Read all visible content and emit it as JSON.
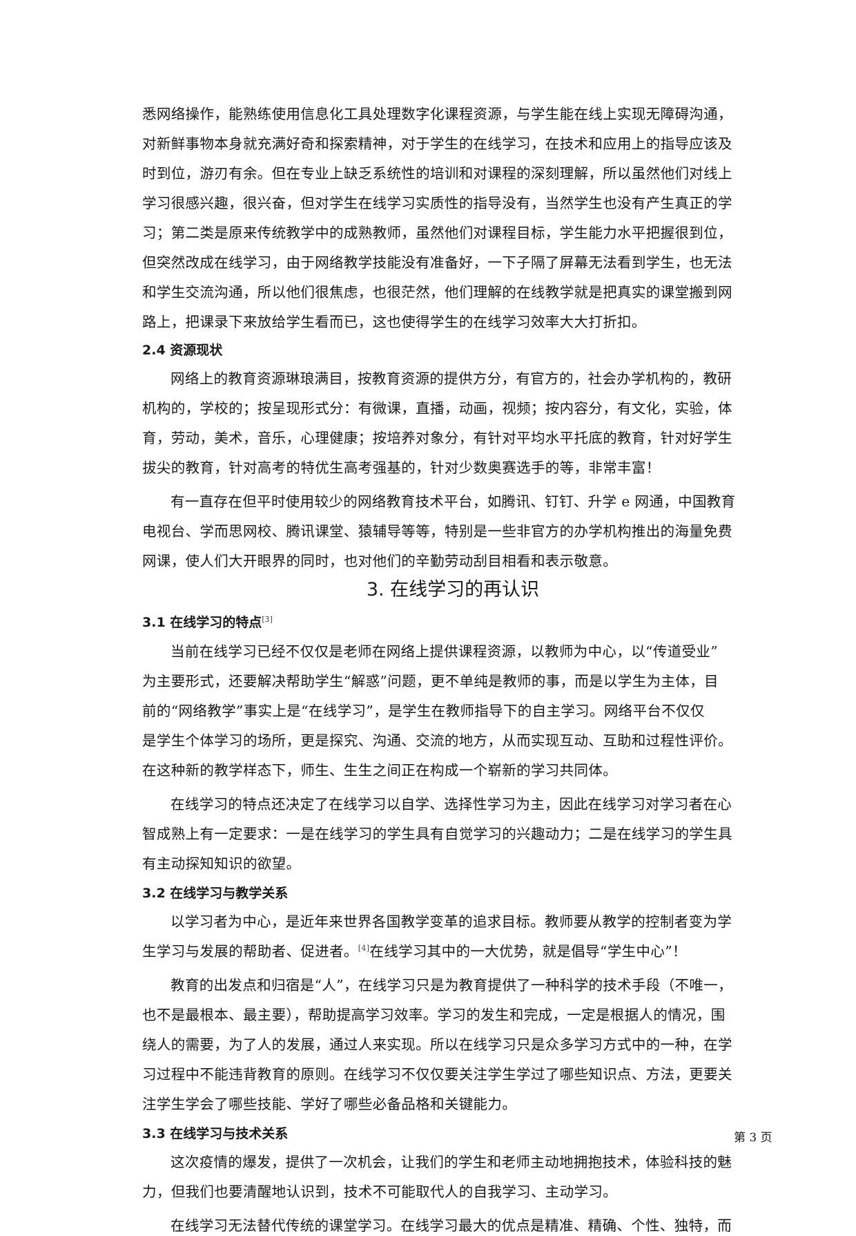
{
  "document": {
    "paragraphs": {
      "p1": [
        "悉网络操作，能熟练使用信息化工具处理数字化课程资源，与学生能在线上实现无障碍沟通，",
        "对新鲜事物本身就充满好奇和探索精神，对于学生的在线学习，在技术和应用上的指导应该及",
        "时到位，游刃有余。但在专业上缺乏系统性的培训和对课程的深刻理解，所以虽然他们对线上",
        "学习很感兴趣，很兴奋，但对学生在线学习实质性的指导没有，当然学生也没有产生真正的学",
        "习；第二类是原来传统教学中的成熟教师，虽然他们对课程目标，学生能力水平把握很到位，",
        "但突然改成在线学习，由于网络教学技能没有准备好，一下子隔了屏幕无法看到学生，也无法",
        "和学生交流沟通，所以他们很焦虑，也很茫然，他们理解的在线教学就是把真实的课堂搬到网",
        "路上，把课录下来放给学生看而已，这也使得学生的在线学习效率大大打折扣。"
      ],
      "s24_p1": [
        "网络上的教育资源琳琅满目，按教育资源的提供方分，有官方的，社会办学机构的，教研",
        "机构的，学校的；按呈现形式分：有微课，直播，动画，视频；按内容分，有文化，实验，体",
        "育，劳动，美术，音乐，心理健康；按培养对象分，有针对平均水平托底的教育，针对好学生",
        "拔尖的教育，针对高考的特优生高考强基的，针对少数奥赛选手的等，非常丰富！"
      ],
      "s24_p2": [
        "有一直存在但平时使用较少的网络教育技术平台，如腾讯、钉钉、升学 e 网通，中国教育",
        "电视台、学而思网校、腾讯课堂、猿辅导等等，特别是一些非官方的办学机构推出的海量免费",
        "网课，使人们大开眼界的同时，也对他们的辛勤劳动刮目相看和表示敬意。"
      ],
      "s31_p1": [
        "当前在线学习已经不仅仅是老师在网络上提供课程资源，以教师为中心，以“传道受业”",
        "为主要形式，还要解决帮助学生“解惑”问题，更不单纯是教师的事，而是以学生为主体，目",
        "前的“网络教学”事实上是“在线学习”，是学生在教师指导下的自主学习。网络平台不仅仅",
        "是学生个体学习的场所，更是探究、沟通、交流的地方，从而实现互动、互助和过程性评价。",
        "在这种新的教学样态下，师生、生生之间正在构成一个崭新的学习共同体。"
      ],
      "s31_p2": [
        "在线学习的特点还决定了在线学习以自学、选择性学习为主，因此在线学习对学习者在心",
        "智成熟上有一定要求：一是在线学习的学生具有自觉学习的兴趣动力；二是在线学习的学生具",
        "有主动探知知识的欲望。"
      ],
      "s32_p1": [
        "以学习者为中心，是近年来世界各国教学变革的追求目标。教师要从教学的控制者变为学"
      ],
      "s32_p1_line2_before": "生学习与发展的帮助者、促进者。",
      "s32_p1_line2_ref": "[4]",
      "s32_p1_line2_after": "在线学习其中的一大优势，就是倡导“学生中心”！",
      "s32_p2": [
        "教育的出发点和归宿是“人”，在线学习只是为教育提供了一种科学的技术手段（不唯一，",
        "也不是最根本、最主要），帮助提高学习效率。学习的发生和完成，一定是根据人的情况，围",
        "绕人的需要，为了人的发展，通过人来实现。所以在线学习只是众多学习方式中的一种，在学",
        "习过程中不能违背教育的原则。在线学习不仅仅要关注学生学过了哪些知识点、方法，更要关",
        "注学生学会了哪些技能、学好了哪些必备品格和关键能力。"
      ],
      "s33_p1": [
        "这次疫情的爆发，提供了一次机会，让我们的学生和老师主动地拥抱技术，体验科技的魅",
        "力，但我们也要清醒地认识到，技术不可能取代人的自我学习、主动学习。"
      ],
      "s33_p2": [
        "在线学习无法替代传统的课堂学习。在线学习最大的优点是精准、精确、个性、独特，而"
      ]
    },
    "headings": {
      "s24": "2.4 资源现状",
      "chapter3": "3. 在线学习的再认识",
      "s31": "3.1 在线学习的特点",
      "s31_ref": "[3]",
      "s32": "3.2 在线学习与教学关系",
      "s33": "3.3 在线学习与技术关系"
    },
    "footer": {
      "page_number": "第 3 页"
    }
  }
}
